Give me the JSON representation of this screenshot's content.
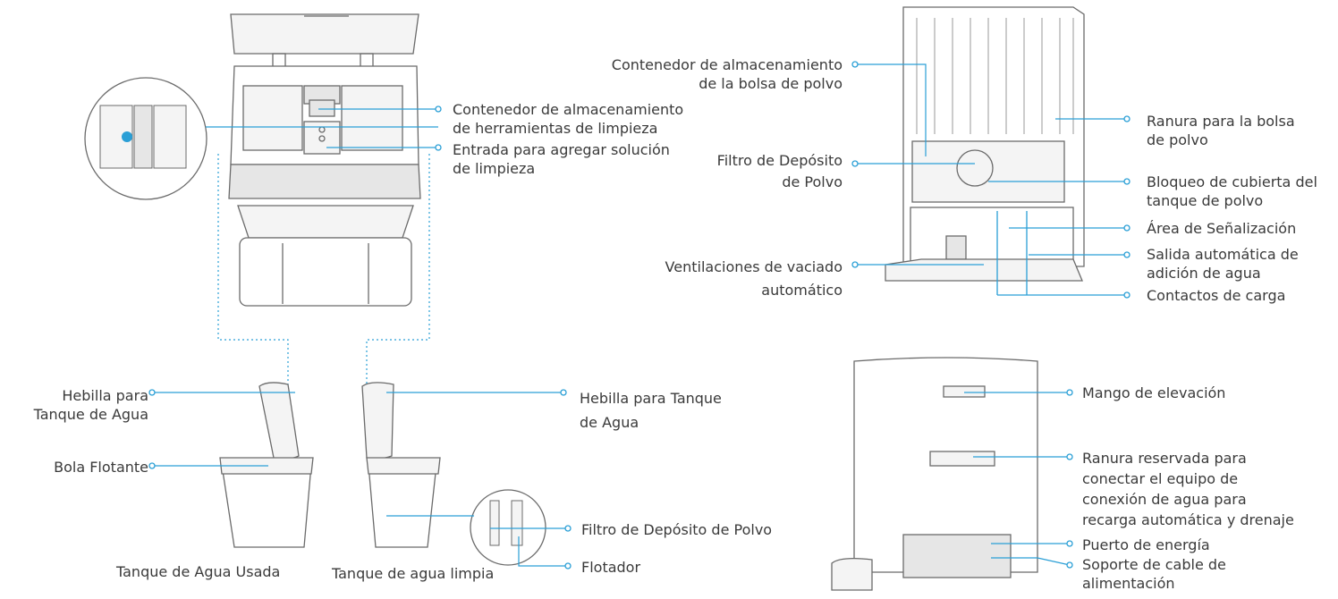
{
  "colors": {
    "callout": "#2a9fd6",
    "outline": "#6b6b6b",
    "fill_light": "#f4f4f4",
    "fill_mid": "#e6e6e6"
  },
  "top_left": {
    "tool_storage": [
      "Contenedor de almacenamiento",
      "de herramientas de limpieza"
    ],
    "solution_inlet": [
      "Entrada para agregar solución",
      "de limpieza"
    ]
  },
  "tanks": {
    "buckle_left": [
      "Hebilla para",
      "Tanque de Agua"
    ],
    "float_ball": "Bola Flotante",
    "buckle_right": [
      "Hebilla para Tanque",
      "de Agua"
    ],
    "filter": "Filtro de Depósito de Polvo",
    "float": "Flotador",
    "dirty_tank": "Tanque de Agua Usada",
    "clean_tank": "Tanque de agua limpia"
  },
  "top_right": {
    "bag_storage": [
      "Contenedor de almacenamiento",
      "de la bolsa de polvo"
    ],
    "dust_filter": [
      "Filtro de Depósito",
      "de Polvo"
    ],
    "vents": [
      "Ventilaciones de vaciado",
      "automático"
    ],
    "bag_slot": [
      "Ranura para la bolsa",
      "de polvo"
    ],
    "cover_lock": [
      "Bloqueo de cubierta del",
      "tanque de polvo"
    ],
    "signal_area": "Área de Señalización",
    "water_outlet": [
      "Salida automática de",
      "adición de agua"
    ],
    "charging": "Contactos de carga"
  },
  "bottom_right": {
    "handle": "Mango de elevación",
    "reserved_slot": [
      "Ranura reservada para",
      "conectar el equipo de",
      "conexión de agua para",
      "recarga automática y drenaje"
    ],
    "power_port": "Puerto de energía",
    "cable_holder": [
      "Soporte de cable de",
      "alimentación"
    ]
  }
}
